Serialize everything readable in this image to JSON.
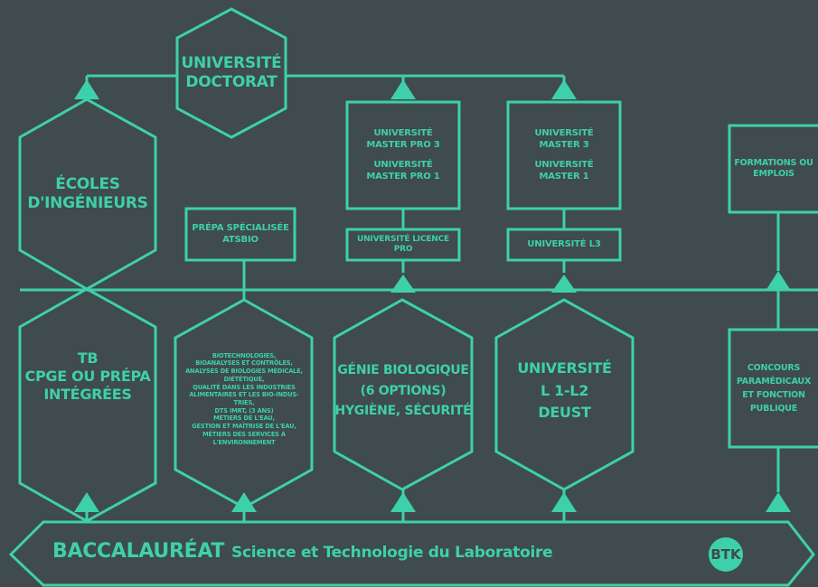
{
  "colors": {
    "background": "#3f4b4d",
    "accent": "#3ed0aa"
  },
  "nodes": {
    "doctorat": {
      "line1": "UNIVERSITÉ",
      "line2": "DOCTORAT"
    },
    "ecoles": {
      "line1": "ÉCOLES",
      "line2": "D'INGÉNIEURS"
    },
    "prepa_atsbio": {
      "line1": "PRÉPA SPÉCIALISÉE",
      "line2": "ATSBIO"
    },
    "master_pro": {
      "a1": "UNIVERSITÉ",
      "a2": "MASTER PRO 3",
      "b1": "UNIVERSITÉ",
      "b2": "MASTER PRO 1"
    },
    "licence_pro": {
      "text": "UNIVERSITÉ LICENCE PRO"
    },
    "master": {
      "a1": "UNIVERSITÉ",
      "a2": "MASTER 3",
      "b1": "UNIVERSITÉ",
      "b2": "MASTER 1"
    },
    "l3": {
      "text": "UNIVERSITÉ L3"
    },
    "formations": {
      "line1": "FORMATIONS OU",
      "line2": "EMPLOIS"
    },
    "tb": {
      "line1": "TB",
      "line2": "CPGE OU PRÉPA",
      "line3": "INTÉGRÉES"
    },
    "bts": {
      "lines": [
        "BIOTECHNOLOGIES,",
        "BIOANALYSES ET CONTRÔLES,",
        "ANALYSES DE BIOLOGIES MÉDICALE,",
        "DIÉTÉTIQUE,",
        "QUALITÉ DANS LES INDUSTRIES",
        "ALIMENTAIRES ET LES BIO-INDUS-",
        "TRIES,",
        "DTS IMRT, (3 ANS)",
        "MÉTIERS DE L'EAU,",
        "GESTION ET MAÎTRISE DE L'EAU,",
        "MÉTIERS DES SERVICES À",
        "L'ENVIRONNEMENT"
      ]
    },
    "genie": {
      "line1": "GÉNIE BIOLOGIQUE",
      "line2": "(6 OPTIONS)",
      "line3": "HYGIÈNE, SÉCURITÉ"
    },
    "univ_l": {
      "line1": "UNIVERSITÉ",
      "line2": "L 1-L2",
      "line3": "DEUST"
    },
    "concours": {
      "line1": "CONCOURS",
      "line2": "PARAMÉDICAUX",
      "line3": "ET FONCTION",
      "line4": "PUBLIQUE"
    }
  },
  "footer": {
    "bac_label": "BACCALAURÉAT",
    "bac_sub": "Science et Technologie du Laboratoire",
    "logo": "BTK"
  }
}
